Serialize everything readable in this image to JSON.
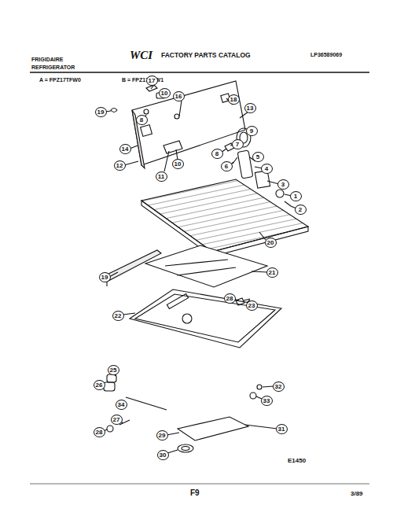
{
  "diagram": {
    "labels": [
      "FRIGIDAIRE",
      "REFRIGERATOR",
      "WCI",
      "FACTORY PARTS CATALOG",
      "LP36589069",
      "A = FPZ17TFW0",
      "B = FPZ17TFW1",
      "19",
      "17",
      "10",
      "16",
      "8",
      "18",
      "13",
      "14",
      "12",
      "11",
      "10",
      "9",
      "7",
      "8",
      "5",
      "6",
      "4",
      "3",
      "1",
      "2",
      "20",
      "19",
      "21",
      "28",
      "23",
      "22",
      "25",
      "26",
      "32",
      "34",
      "33",
      "27",
      "31",
      "28",
      "29",
      "30",
      "E1450",
      "F9",
      "3/89"
    ]
  }
}
